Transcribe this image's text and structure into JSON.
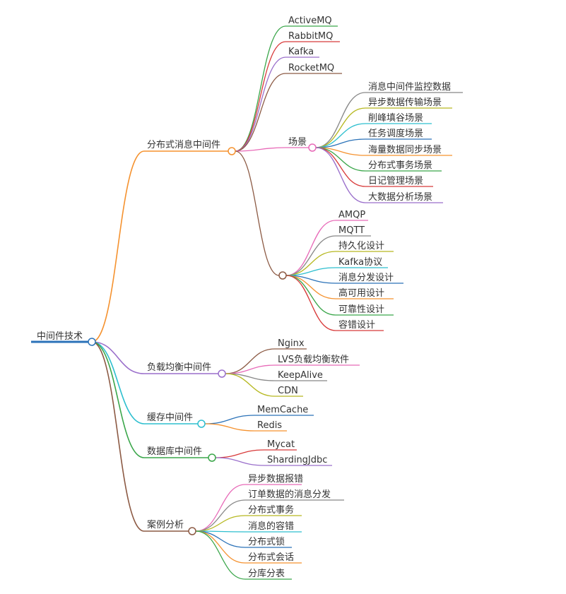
{
  "colors": {
    "root": "#2b72b8",
    "text": "#333333",
    "palette": [
      "#f5922f",
      "#9a6fcb",
      "#2ebfcf",
      "#3aa64a",
      "#8c5a44",
      "#3aa64a",
      "#d83a3a",
      "#9a6fcb",
      "#8c5a44",
      "#888888",
      "#b6b820",
      "#2ebfcf",
      "#2b72b8",
      "#e86ab8"
    ]
  },
  "root": {
    "label": "中间件技术"
  },
  "branches": [
    {
      "label": "分布式消息中间件",
      "children": [
        {
          "label": "ActiveMQ"
        },
        {
          "label": "RabbitMQ"
        },
        {
          "label": "Kafka"
        },
        {
          "label": "RocketMQ"
        },
        {
          "label": "场景",
          "children": [
            {
              "label": "消息中间件监控数据"
            },
            {
              "label": "异步数据传输场景"
            },
            {
              "label": "削峰填谷场景"
            },
            {
              "label": "任务调度场景"
            },
            {
              "label": "海量数据同步场景"
            },
            {
              "label": "分布式事务场景"
            },
            {
              "label": "日记管理场景"
            },
            {
              "label": "大数据分析场景"
            }
          ]
        },
        {
          "label": "",
          "children": [
            {
              "label": "AMQP"
            },
            {
              "label": "MQTT"
            },
            {
              "label": "持久化设计"
            },
            {
              "label": "Kafka协议"
            },
            {
              "label": "消息分发设计"
            },
            {
              "label": "高可用设计"
            },
            {
              "label": "可靠性设计"
            },
            {
              "label": "容错设计"
            }
          ]
        }
      ]
    },
    {
      "label": "负载均衡中间件",
      "children": [
        {
          "label": "Nginx"
        },
        {
          "label": "LVS负载均衡软件"
        },
        {
          "label": "KeepAlive"
        },
        {
          "label": "CDN"
        }
      ]
    },
    {
      "label": "缓存中间件",
      "children": [
        {
          "label": "MemCache"
        },
        {
          "label": "Redis"
        }
      ]
    },
    {
      "label": "数据库中间件",
      "children": [
        {
          "label": "Mycat"
        },
        {
          "label": "ShardingJdbc"
        }
      ]
    },
    {
      "label": "案例分析",
      "children": [
        {
          "label": "异步数据报错"
        },
        {
          "label": "订单数据的消息分发"
        },
        {
          "label": "分布式事务"
        },
        {
          "label": "消息的容错"
        },
        {
          "label": "分布式锁"
        },
        {
          "label": "分布式会话"
        },
        {
          "label": "分库分表"
        }
      ]
    }
  ]
}
